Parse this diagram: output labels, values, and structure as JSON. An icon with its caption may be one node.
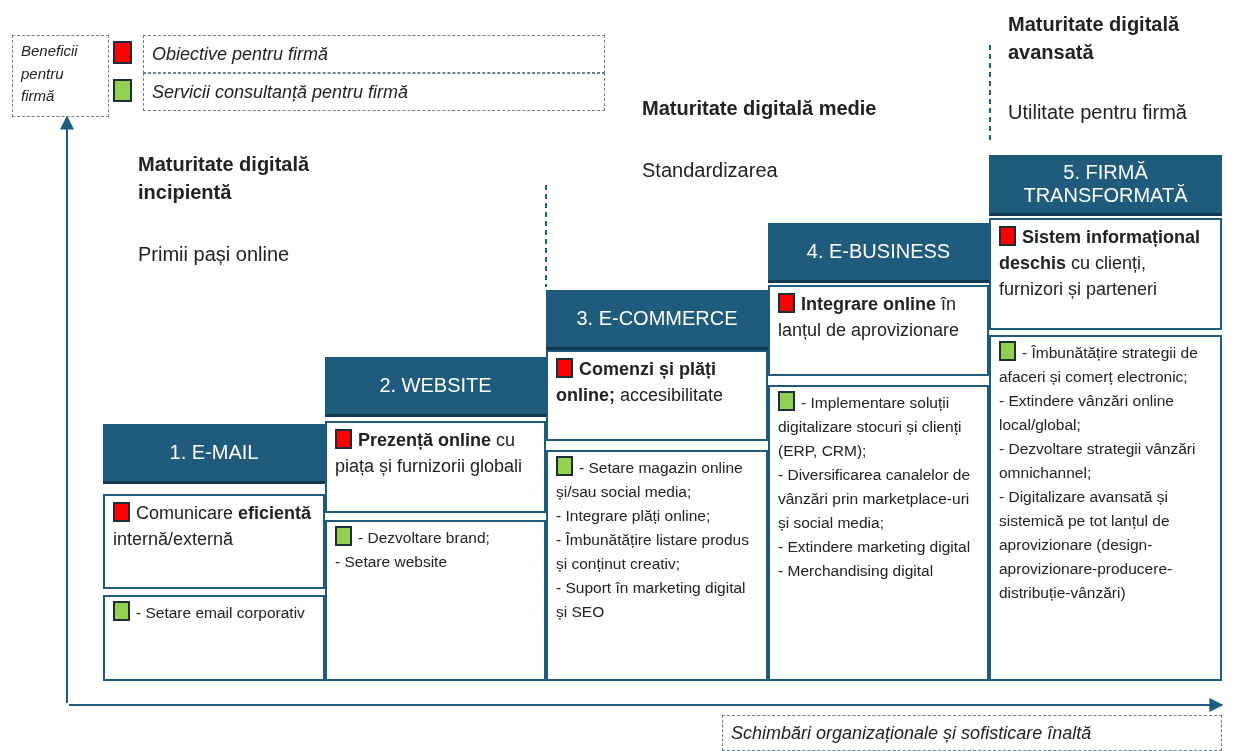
{
  "diagram": {
    "nodes": [
      {
        "text": [
          "Beneficii pentru firmă"
        ]
      },
      {
        "text": [
          "Schimbări organizaționale și sofisticare înaltă"
        ]
      },
      {
        "text": [
          "1. E-MAIL"
        ]
      },
      {
        "text": [
          "Comunicare **eficientă** internă/externă"
        ]
      },
      {
        "text": [
          "- Setare email corporativ"
        ]
      },
      {
        "text": [
          "2. WEBSITE"
        ]
      },
      {
        "text": [
          "**Prezență online** cu piața și furnizorii globali"
        ]
      },
      {
        "text": [
          "- Dezvoltare brand;",
          "- Setare website"
        ]
      },
      {
        "text": [
          "3. E-COMMERCE"
        ]
      },
      {
        "text": [
          "**Comenzi și plăți online;** accesibilitate"
        ]
      },
      {
        "text": [
          "- Setare magazin online și/sau social media;",
          "- Integrare plăți online;",
          "- Îmbunătățire listare produs și conținut creativ;",
          "- Suport în marketing digital și SEO"
        ]
      },
      {
        "text": [
          "4. E-BUSINESS"
        ]
      },
      {
        "text": [
          "**Integrare online** în lanțul de aprovizionare"
        ]
      },
      {
        "text": [
          "- Implementare soluții digitalizare stocuri și clienți (ERP, CRM);",
          "- Diversificarea canalelor de vânzări prin marketplace-uri și social media;",
          "- Extindere marketing digital",
          "- Merchandising digital"
        ]
      },
      {
        "text": [
          "5. FIRMĂ TRANSFORMATĂ"
        ]
      },
      {
        "text": [
          "**Sistem informațional deschis** cu clienți, furnizori și parteneri"
        ]
      },
      {
        "text": [
          "- Îmbunătățire strategii de afaceri și comerț electronic;",
          "- Extindere vânzări online local/global;",
          "- Dezvoltare strategii vânzări omnichannel;",
          "- Digitalizare avansată și sistemică pe tot lanțul de aprovizionare (design-aprovizionare-producere-distribuție-vânzări)"
        ]
      }
    ],
    "edges": [
      {
        "from": null,
        "to": 0,
        "arrow": "to"
      },
      {
        "from": null,
        "to": 1,
        "arrow": "to"
      }
    ],
    "labels": [
      "Maturitate digitală avansată",
      "Utilitate pentru firmă",
      "Maturitate digitală medie",
      "Maturitate digitală incipientă",
      "Standardizarea",
      "Primii pași online"
    ],
    "legend": [
      {
        "text": "Obiective pentru firmă",
        "color": "#ff0000"
      },
      {
        "text": "Servicii consultanță pentru firmă",
        "color": "#92d050"
      }
    ]
  }
}
